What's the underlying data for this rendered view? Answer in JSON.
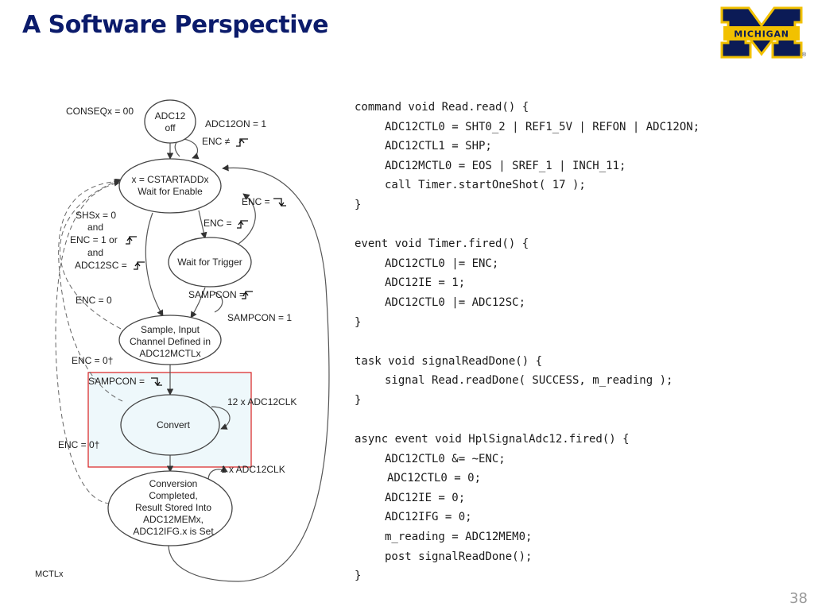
{
  "slide": {
    "title": "A Software Perspective",
    "page_number": "38",
    "logo_text": "MICHIGAN",
    "colors": {
      "title": "#0b1b6b",
      "maize": "#f2c100",
      "blue": "#0b1b56",
      "highlight": "#d92020"
    }
  },
  "diagram": {
    "states": {
      "off": [
        "ADC12",
        "off"
      ],
      "wait_enable": [
        "x = CSTARTADDx",
        "Wait for Enable"
      ],
      "wait_trigger": [
        "Wait for Trigger"
      ],
      "sample": [
        "Sample, Input",
        "Channel Defined in",
        "ADC12MCTLx"
      ],
      "convert": [
        "Convert"
      ],
      "completed": [
        "Conversion",
        "Completed,",
        "Result Stored Into",
        "ADC12MEMx,",
        "ADC12IFG.x is Set"
      ]
    },
    "labels": {
      "conseq": "CONSEQx = 00",
      "adc12on": "ADC12ON = 1",
      "enc_not": "ENC ≠",
      "enc_eq_a": "ENC =",
      "enc_eq_b": "ENC =",
      "shs": [
        "SHSx = 0",
        "and",
        "ENC = 1 or",
        "and",
        "ADC12SC ="
      ],
      "sampcon_a": "SAMPCON =",
      "sampcon_1": "SAMPCON = 1",
      "enc0": "ENC = 0",
      "enc0dag_a": "ENC = 0†",
      "sampcon_b": "SAMPCON =",
      "clk12": "12 x ADC12CLK",
      "enc0dag_b": "ENC = 0†",
      "clk1": "1 x ADC12CLK",
      "cut_label": "MCTLx"
    }
  },
  "code": {
    "read_sig": "command void Read.read() {",
    "read_1": "ADC12CTL0 = SHT0_2 | REF1_5V | REFON | ADC12ON;",
    "read_2": "ADC12CTL1 = SHP;",
    "read_3": "ADC12MCTL0 = EOS | SREF_1 | INCH_11;",
    "read_4": "call Timer.startOneShot( 17 );",
    "read_end": "}",
    "timer_sig": "event void Timer.fired() {",
    "timer_1": "ADC12CTL0 |= ENC;",
    "timer_2": "ADC12IE = 1;",
    "timer_3": "ADC12CTL0 |= ADC12SC;",
    "timer_end": "}",
    "task_sig": "task void signalReadDone() {",
    "task_1": "signal Read.readDone( SUCCESS, m_reading );",
    "task_end": "}",
    "async_sig": "async event void HplSignalAdc12.fired() {",
    "async_1": "ADC12CTL0 &= ~ENC;",
    "async_2": "ADC12CTL0 = 0;",
    "async_3": "ADC12IE = 0;",
    "async_4": "ADC12IFG = 0;",
    "async_5": "m_reading = ADC12MEM0;",
    "async_6": "post signalReadDone();",
    "async_end": "}"
  }
}
